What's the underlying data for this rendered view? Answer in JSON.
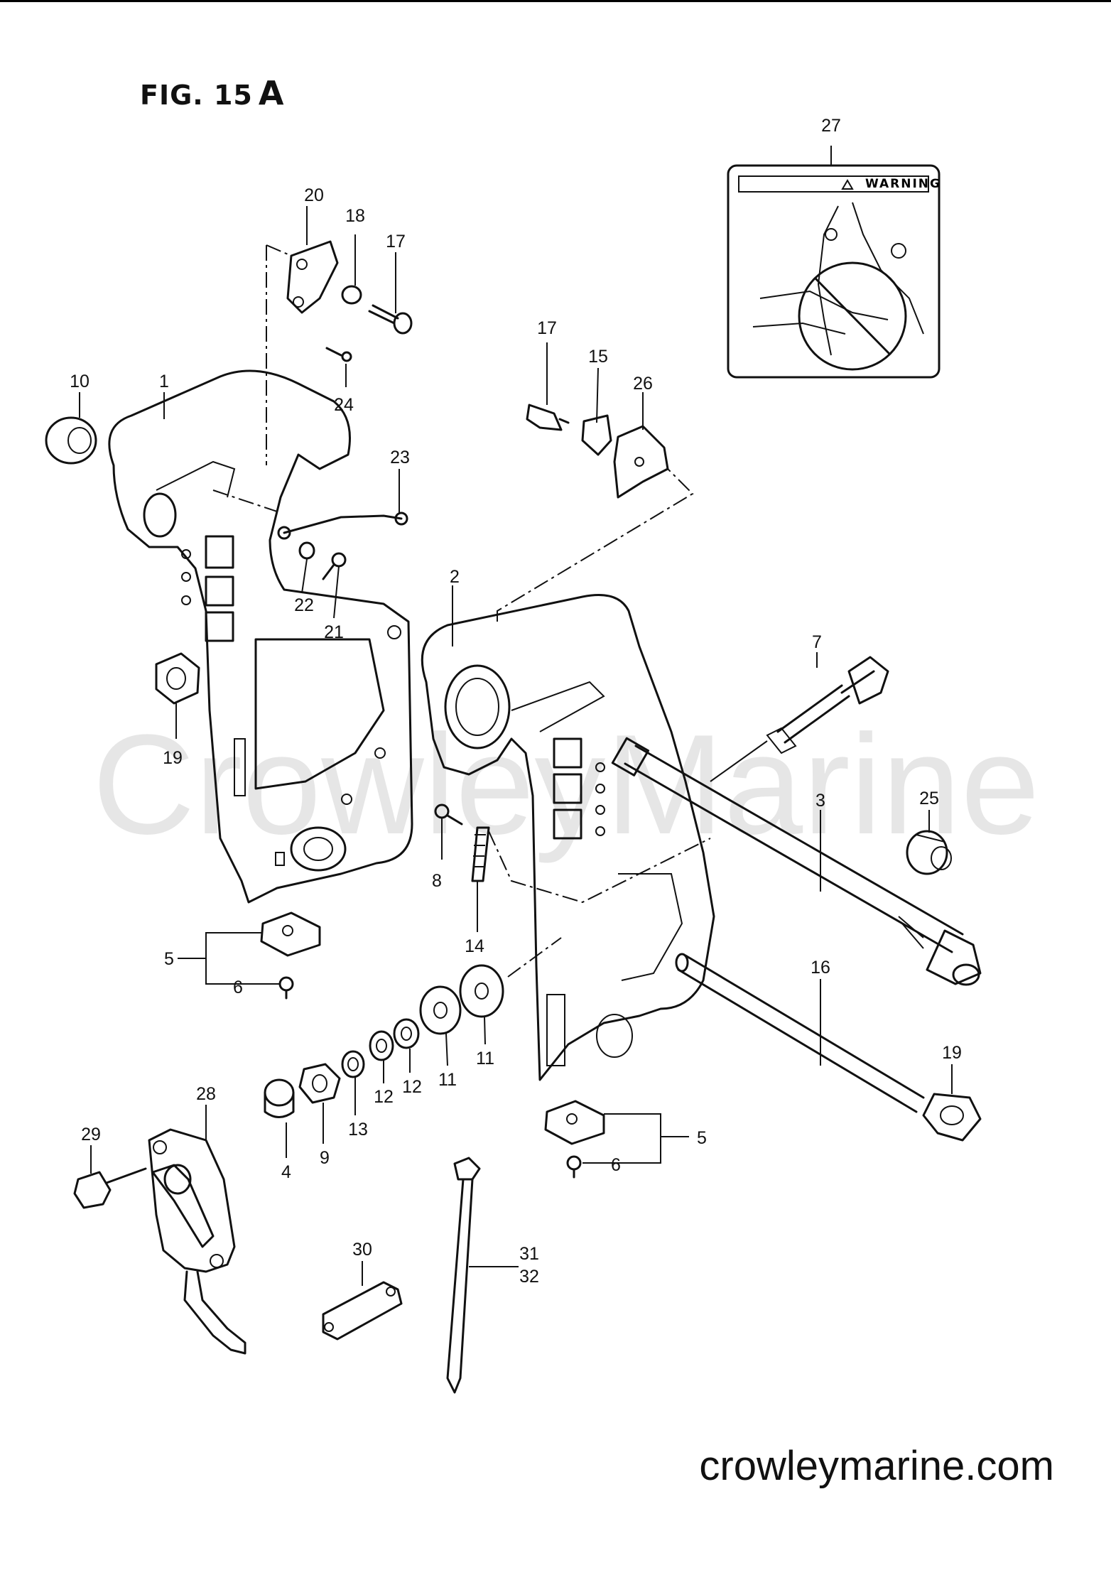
{
  "figure": {
    "label": "FIG. 15",
    "suffix": "A"
  },
  "watermark": "CrowleyMarine",
  "footer": {
    "site": "crowleymarine.com"
  },
  "warning_label": {
    "text": "WARNING"
  },
  "callouts": [
    "1",
    "2",
    "3",
    "4",
    "5",
    "5",
    "6",
    "6",
    "7",
    "8",
    "9",
    "10",
    "11",
    "11",
    "12",
    "12",
    "13",
    "14",
    "15",
    "16",
    "17",
    "17",
    "18",
    "19",
    "19",
    "20",
    "21",
    "22",
    "23",
    "24",
    "25",
    "26",
    "27",
    "28",
    "29",
    "30",
    "31",
    "32"
  ]
}
